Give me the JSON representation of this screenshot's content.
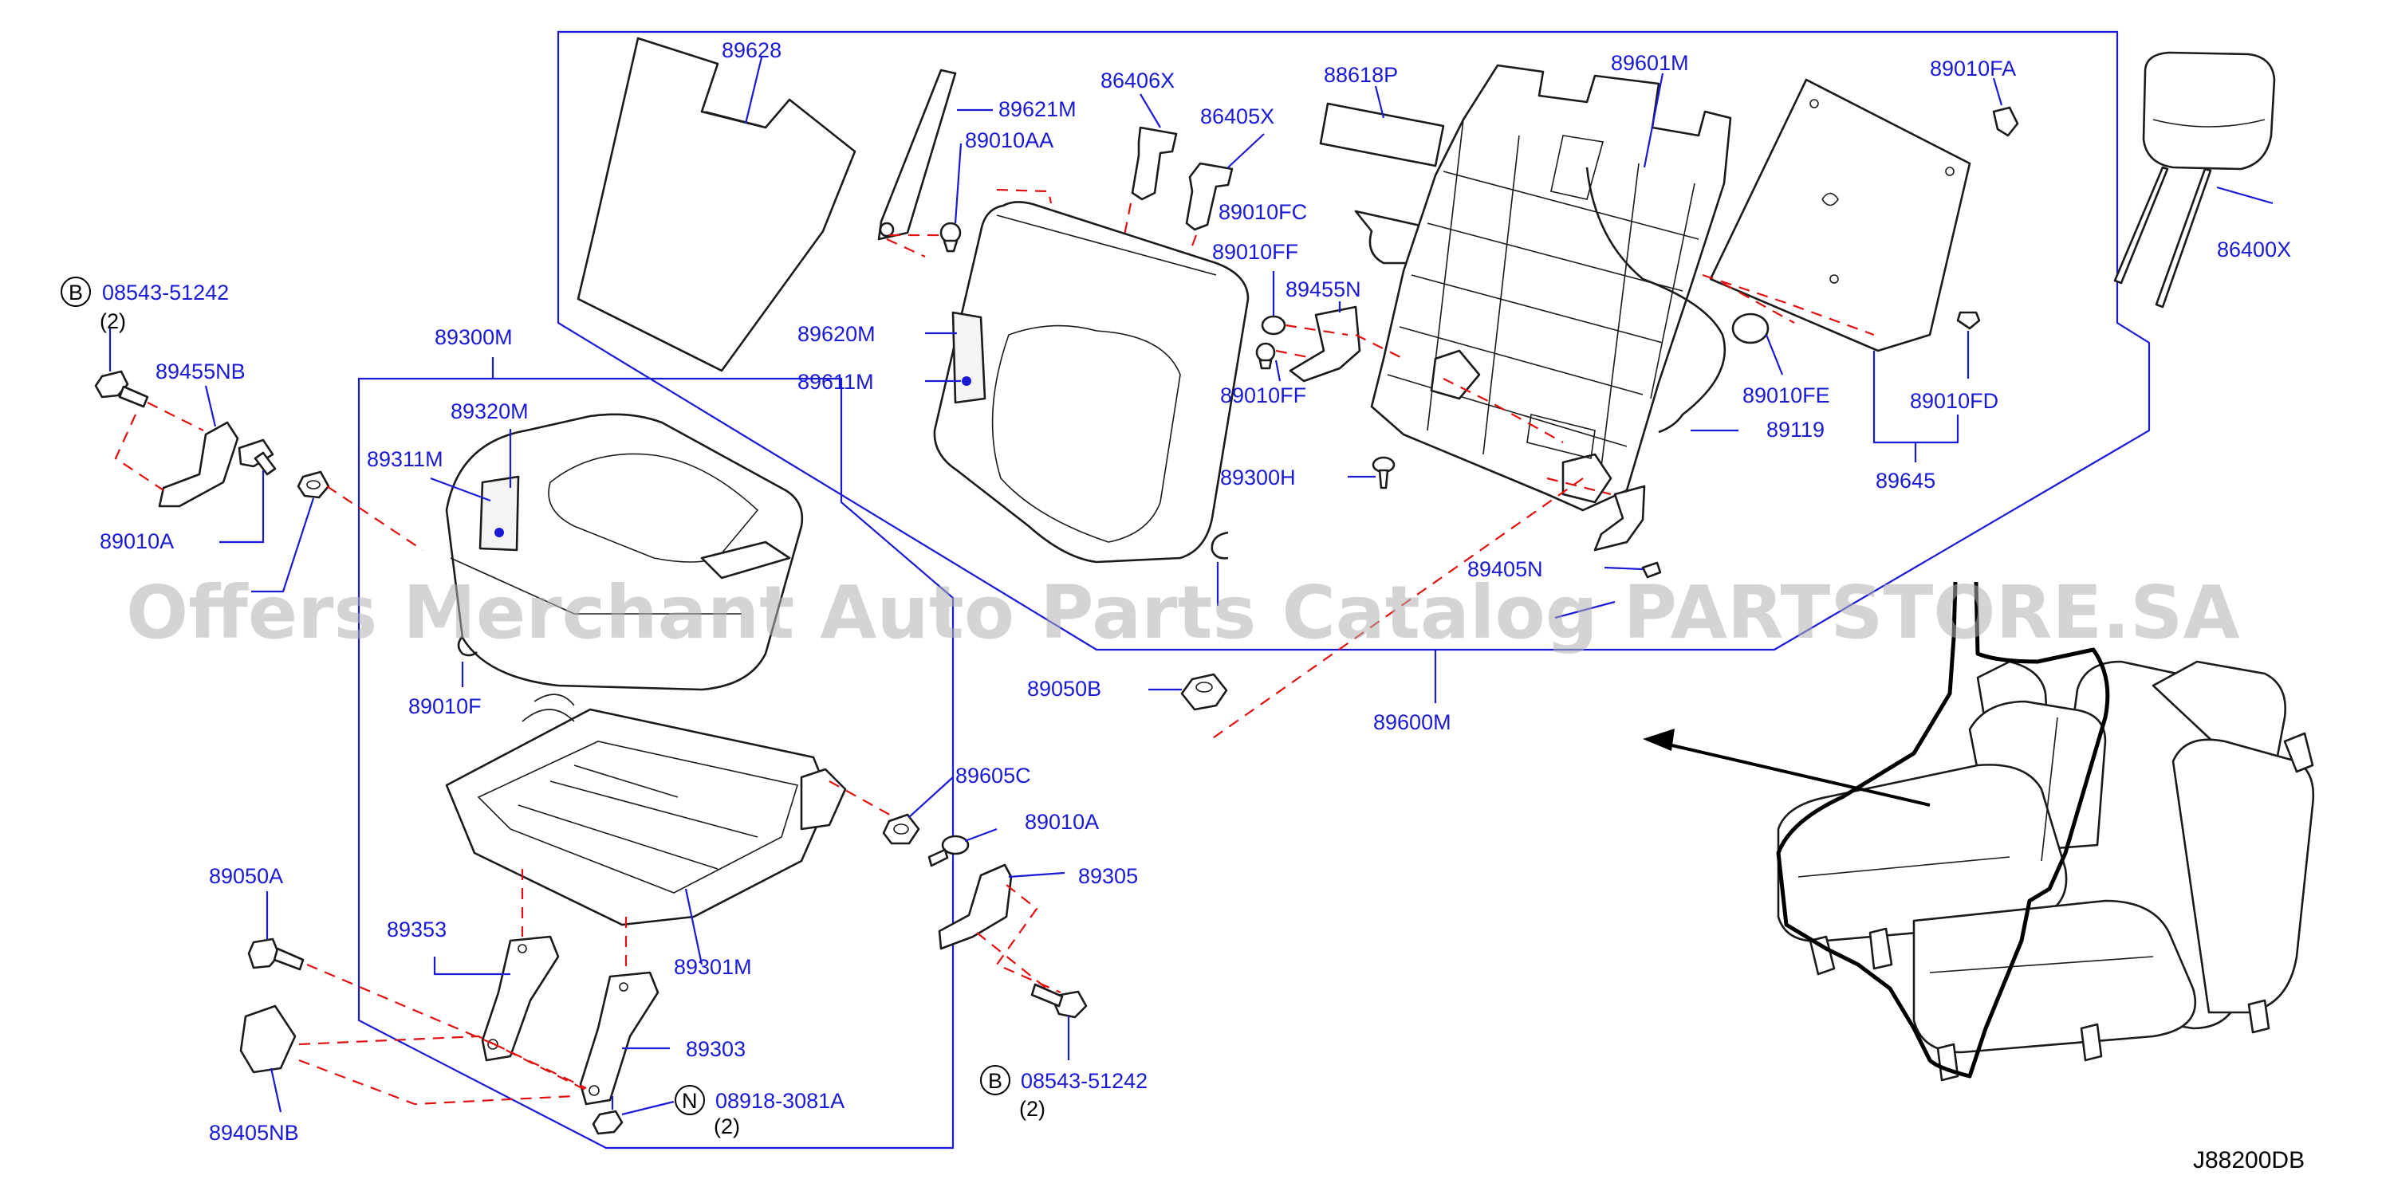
{
  "diagram": {
    "watermark": "Offers Merchant Auto Parts Catalog PARTSTORE.SA",
    "drawing_code": "J88200DB",
    "colors": {
      "label": "#1a1ad6",
      "leader": "#1a1ad6",
      "dashed": "#e01010",
      "outline": "#1b1b1b"
    },
    "labels": {
      "p89628": "89628",
      "p89621M": "89621M",
      "p89010AA": "89010AA",
      "p86406X": "86406X",
      "p86405X": "86405X",
      "p88618P": "88618P",
      "p89601M": "89601M",
      "p89010FA": "89010FA",
      "p86400X": "86400X",
      "p89010FC": "89010FC",
      "p89010FF_a": "89010FF",
      "p89455N": "89455N",
      "p89620M": "89620M",
      "p89611M": "89611M",
      "p89010FF_b": "89010FF",
      "p89010FE": "89010FE",
      "p89119": "89119",
      "p89010FD": "89010FD",
      "p89645": "89645",
      "p89300H": "89300H",
      "p89405N": "89405N",
      "p89600M": "89600M",
      "p89050B": "89050B",
      "p89300M": "89300M",
      "p89320M": "89320M",
      "p89311M": "89311M",
      "p89010F": "89010F",
      "p89301M": "89301M",
      "p89353": "89353",
      "p89303": "89303",
      "p89605C": "89605C",
      "p89010A_r": "89010A",
      "p89305": "89305",
      "p89050A": "89050A",
      "p89405NB": "89405NB",
      "p89455NB": "89455NB",
      "p89010A_l": "89010A"
    },
    "callouts": {
      "b_top": {
        "symbol": "B",
        "part": "08543-51242",
        "qty": "(2)"
      },
      "b_bottom": {
        "symbol": "B",
        "part": "08543-51242",
        "qty": "(2)"
      },
      "n_bottom": {
        "symbol": "N",
        "part": "08918-3081A",
        "qty": "(2)"
      }
    }
  }
}
